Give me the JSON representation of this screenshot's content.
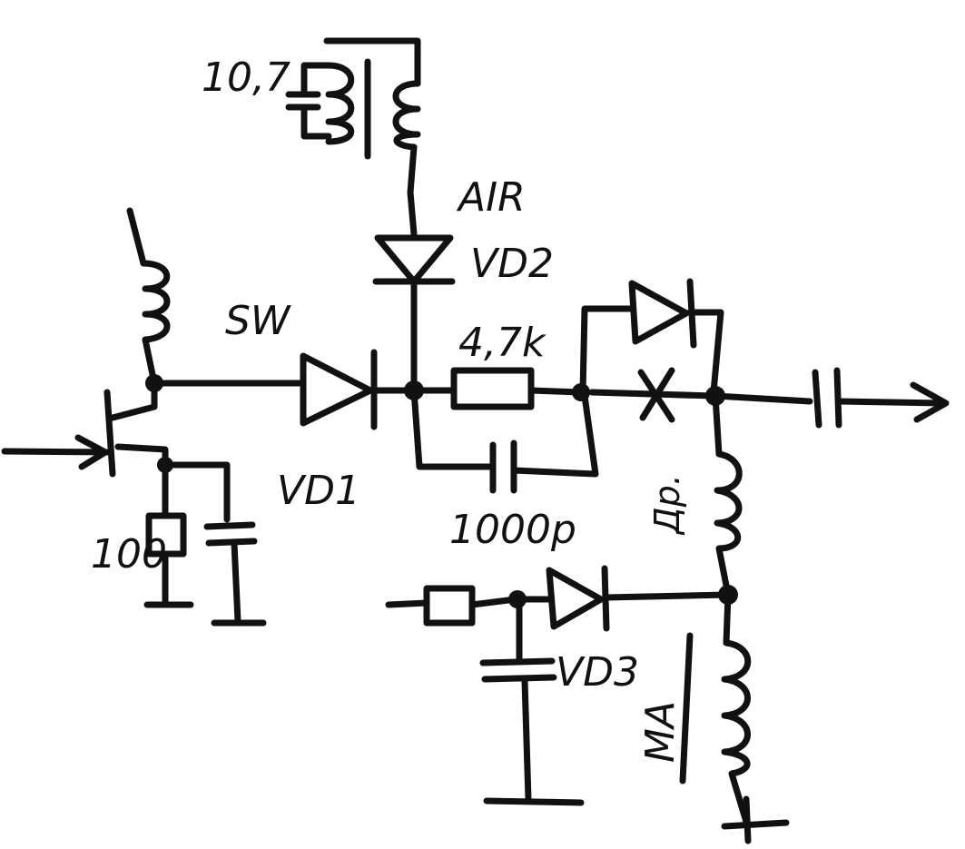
{
  "labels": {
    "osc_freq": "10,7",
    "air": "AIR",
    "vd2": "VD2",
    "sw": "SW",
    "r1": "4,7k",
    "vd1": "VD1",
    "cap_emitter": "100",
    "c_bypass": "1000p",
    "choke": "Др.",
    "vd3": "VD3",
    "ma_coil": "MA"
  },
  "colors": {
    "ink": "#111111",
    "paper": "#ffffff"
  }
}
